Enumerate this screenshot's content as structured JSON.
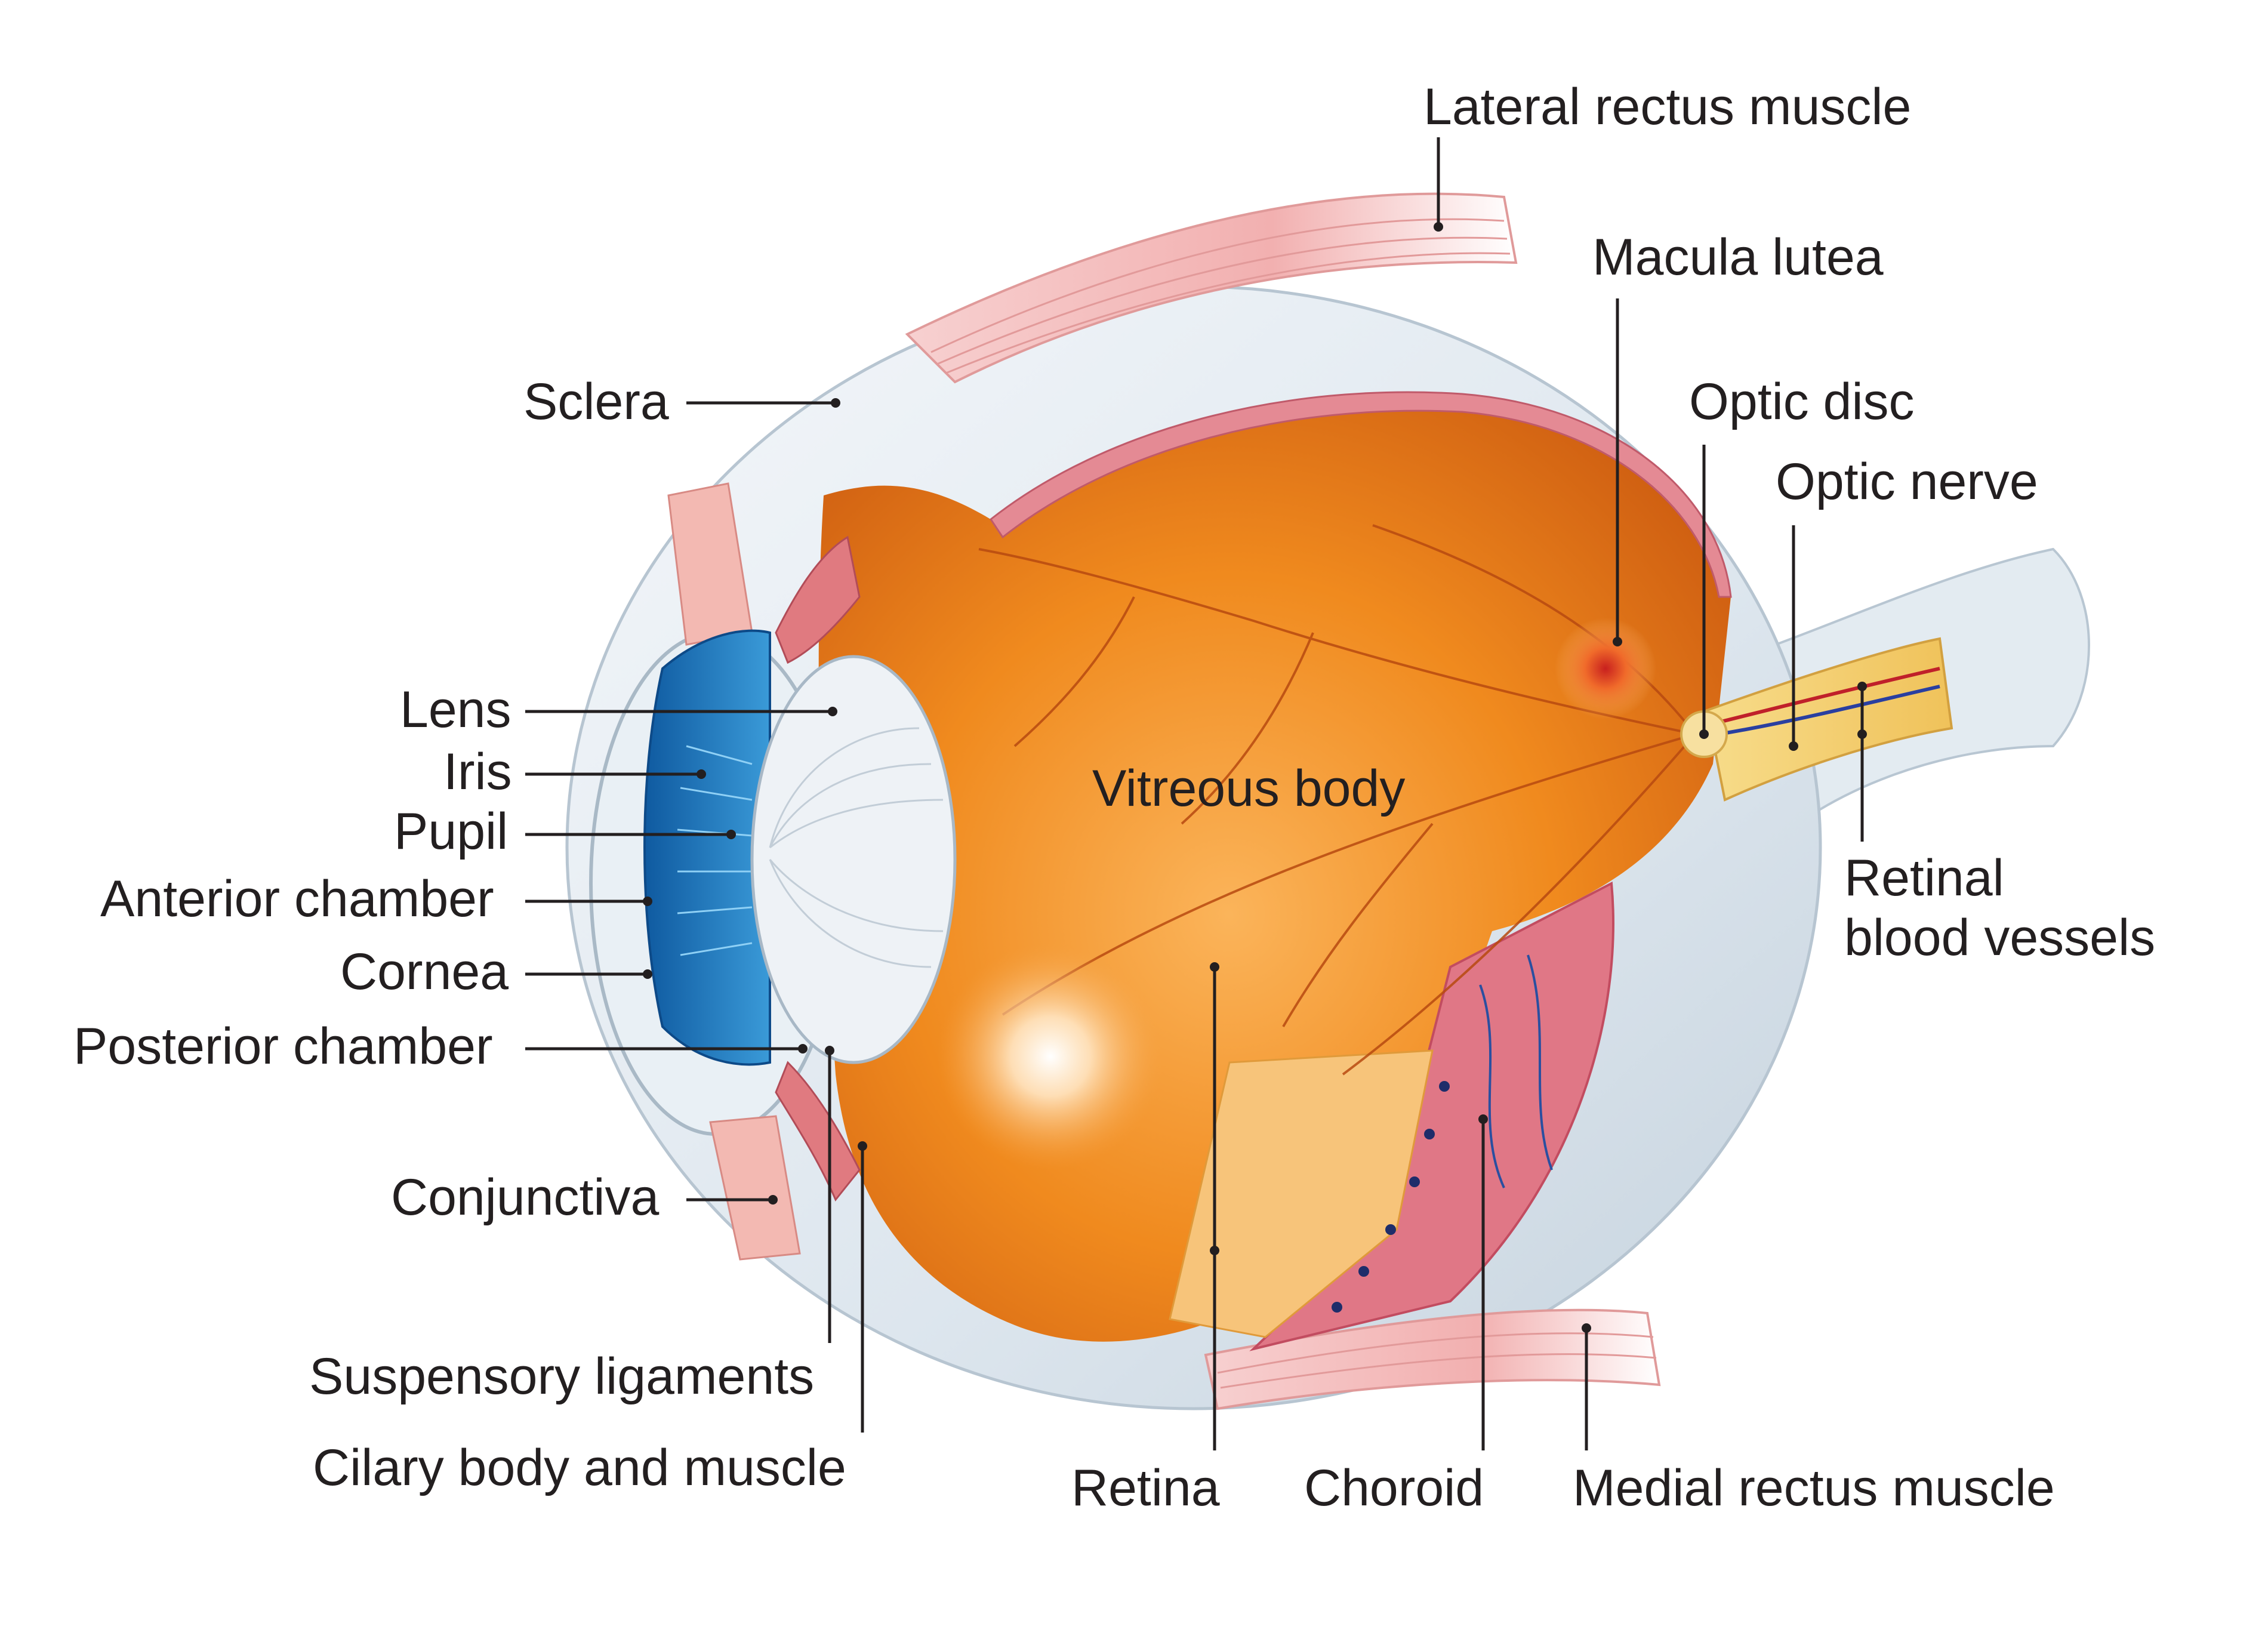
{
  "labels": {
    "lateral_rectus_muscle": "Lateral rectus muscle",
    "macula_lutea": "Macula lutea",
    "optic_disc": "Optic disc",
    "optic_nerve": "Optic nerve",
    "retinal_blood_vessels_line1": "Retinal",
    "retinal_blood_vessels_line2": "blood vessels",
    "sclera": "Sclera",
    "lens": "Lens",
    "iris": "Iris",
    "pupil": "Pupil",
    "anterior_chamber": "Anterior chamber",
    "cornea": "Cornea",
    "posterior_chamber": "Posterior chamber",
    "conjunctiva": "Conjunctiva",
    "vitreous_body": "Vitreous body",
    "suspensory_ligaments": "Suspensory ligaments",
    "ciliary_body_and_muscle": "Cilary body and muscle",
    "retina": "Retina",
    "choroid": "Choroid",
    "medial_rectus_muscle": "Medial rectus muscle"
  },
  "colors": {
    "sclera": "#e4ecf2",
    "vitreous": "#f08a1e",
    "iris": "#1f78c0",
    "choroid": "#d9667a",
    "muscle": "#f2b5b5",
    "optic_nerve": "#f4d27a",
    "lens": "#eef2f6"
  }
}
